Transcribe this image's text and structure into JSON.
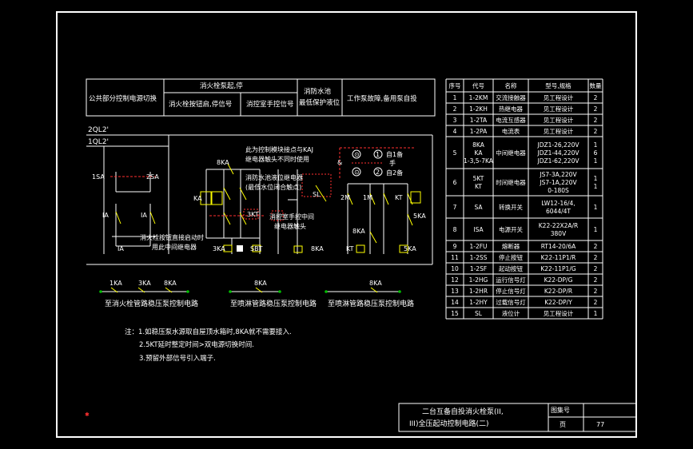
{
  "header_table": {
    "col1": "公共部分控制电源切换",
    "col2_top": "消火栓泵起,停",
    "col2_sub1": "消火栓按钮启,停信号",
    "col2_sub2": "消控室手控信号",
    "col3_line1": "消防水池",
    "col3_line2": "最低保护液位",
    "col4": "工作泵故障,备用泵自投"
  },
  "bus_labels": {
    "bus1": "2QL2'",
    "bus2": "1QL2'"
  },
  "annotations": {
    "kaj_line1": "此为控制模块接点与KAJ",
    "kaj_line2": "继电器触头不同时使用",
    "pool_line1": "消防水池液位继电器",
    "pool_line2": "(最低水位闭合触点)",
    "fire_btn_line1": "消火栓按钮直接启动时",
    "fire_btn_line2": "用此中间继电器",
    "ctrl_room_line1": "消控室手控中间",
    "ctrl_room_line2": "继电器触头",
    "hand": "手",
    "auto1": "自1备",
    "auto2": "自2备",
    "circle_c": "⊙",
    "circle_a1": "1",
    "circle_a2": "2"
  },
  "component_labels": {
    "s1sa": "1SA",
    "s2sa": "2SA",
    "ia1": "IA",
    "ia2": "IA",
    "ia3": "IA",
    "eight_ka": "8KA",
    "ka": "KA",
    "three_ka": "3KA",
    "sbt": "SBT",
    "sl": "SL",
    "kt": "KT",
    "kt2": "KT",
    "two_m": "2M",
    "one_m": "1M",
    "five_ka": "5KA",
    "five_ka2": "5KA",
    "eight_ka2": "8KA",
    "eight_ka3": "8KA",
    "ka2": "KA",
    "sa_symbol": "&",
    "sa_small": "3KT"
  },
  "bottom_circuits": {
    "c1_contacts": [
      "1KA",
      "3KA",
      "8KA"
    ],
    "c1_label": "至消火栓管路稳压泵控制电路",
    "c2_contact": "8KA",
    "c2_label": "至喷淋管路稳压泵控制电路",
    "c3_contact": "8KA",
    "c3_label": "至喷淋管路稳压泵控制电路"
  },
  "notes": {
    "line1": "注：1.如稳压泵水源取自屋顶水箱时,8KA就不需要接入.",
    "line2": "2.5KT延时整定时间>双电源切换时间.",
    "line3": "3.预留外部信号引入端子."
  },
  "parts_table": {
    "headers": [
      "序号",
      "代号",
      "名称",
      "型号,规格",
      "数量"
    ],
    "rows": [
      {
        "no": "1",
        "code": "1-2KM",
        "name": "交流接触器",
        "spec": "见工程设计",
        "qty": "2"
      },
      {
        "no": "2",
        "code": "1-2KH",
        "name": "热继电器",
        "spec": "见工程设计",
        "qty": "2"
      },
      {
        "no": "3",
        "code": "1-2TA",
        "name": "电流互感器",
        "spec": "见工程设计",
        "qty": "2"
      },
      {
        "no": "4",
        "code": "1-2PA",
        "name": "电流表",
        "spec": "见工程设计",
        "qty": "2"
      },
      {
        "no": "5",
        "code": "8KA|KA|1-3,5-7KA",
        "name": "中间继电器",
        "spec": "JDZ1-26,220V|JDZ1-44,220V|JDZ1-62,220V",
        "qty": "1|6|1"
      },
      {
        "no": "6",
        "code": "5KT|KT",
        "name": "时间继电器",
        "spec": "JS7-3A,220V|JS7-1A,220V|0-180S",
        "qty": "1|1"
      },
      {
        "no": "7",
        "code": "SA",
        "name": "转换开关",
        "spec": "LW12-16/4,|6044/4T",
        "qty": "1"
      },
      {
        "no": "8",
        "code": "ISA",
        "name": "电源开关",
        "spec": "K22-22X2A/R|380V",
        "qty": "1"
      },
      {
        "no": "9",
        "code": "1-2FU",
        "name": "熔断器",
        "spec": "RT14-20/6A",
        "qty": "2"
      },
      {
        "no": "11",
        "code": "1-2SS",
        "name": "停止按钮",
        "spec": "K22-11P1/R",
        "qty": "2"
      },
      {
        "no": "10",
        "code": "1-2SF",
        "name": "起动按钮",
        "spec": "K22-11P1/G",
        "qty": "2"
      },
      {
        "no": "12",
        "code": "1-2HG",
        "name": "运行信号灯",
        "spec": "K22-DP/G",
        "qty": "2"
      },
      {
        "no": "13",
        "code": "1-2HR",
        "name": "停止信号灯",
        "spec": "K22-DP/R",
        "qty": "2"
      },
      {
        "no": "14",
        "code": "1-2HY",
        "name": "过载信号灯",
        "spec": "K22-DP/Y",
        "qty": "2"
      },
      {
        "no": "15",
        "code": "SL",
        "name": "液位计",
        "spec": "见工程设计",
        "qty": "1"
      }
    ]
  },
  "title_block": {
    "title_line1": "二台互备自投消火栓泵(II,",
    "title_line2": "III)全压起动控制电路(二)",
    "atlas_label": "图集号",
    "atlas_value": "",
    "page_label": "页",
    "page_value": "77"
  },
  "colors": {
    "background": "#000000",
    "line_white": "#ffffff",
    "contact_yellow": "#ffff00",
    "dashed_red": "#ff3030",
    "node_green": "#00c000",
    "cyan": "#00ffff"
  }
}
